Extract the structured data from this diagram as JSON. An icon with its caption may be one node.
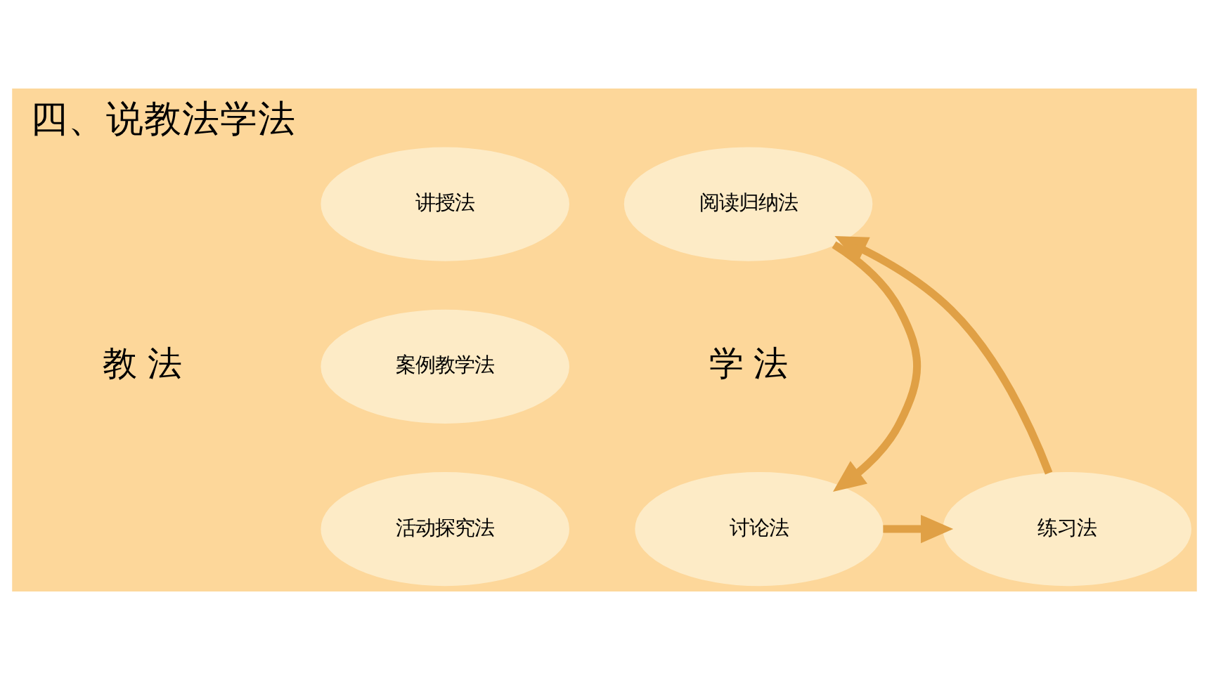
{
  "diagram": {
    "title": "四、说教法学法",
    "nodes": [
      {
        "text": [
          "讲授法"
        ]
      },
      {
        "text": [
          "案例教学法"
        ]
      },
      {
        "text": [
          "活动探究法"
        ]
      },
      {
        "text": [
          "阅读归纳法"
        ]
      },
      {
        "text": [
          "讨论法"
        ]
      },
      {
        "text": [
          "练习法"
        ]
      }
    ],
    "edges": [
      {
        "from": 3,
        "to": 4,
        "arrow": "to"
      },
      {
        "from": 4,
        "to": 5,
        "arrow": "to"
      },
      {
        "from": 5,
        "to": 3,
        "arrow": "to"
      }
    ],
    "labels": [
      "教 法",
      "学 法"
    ]
  }
}
